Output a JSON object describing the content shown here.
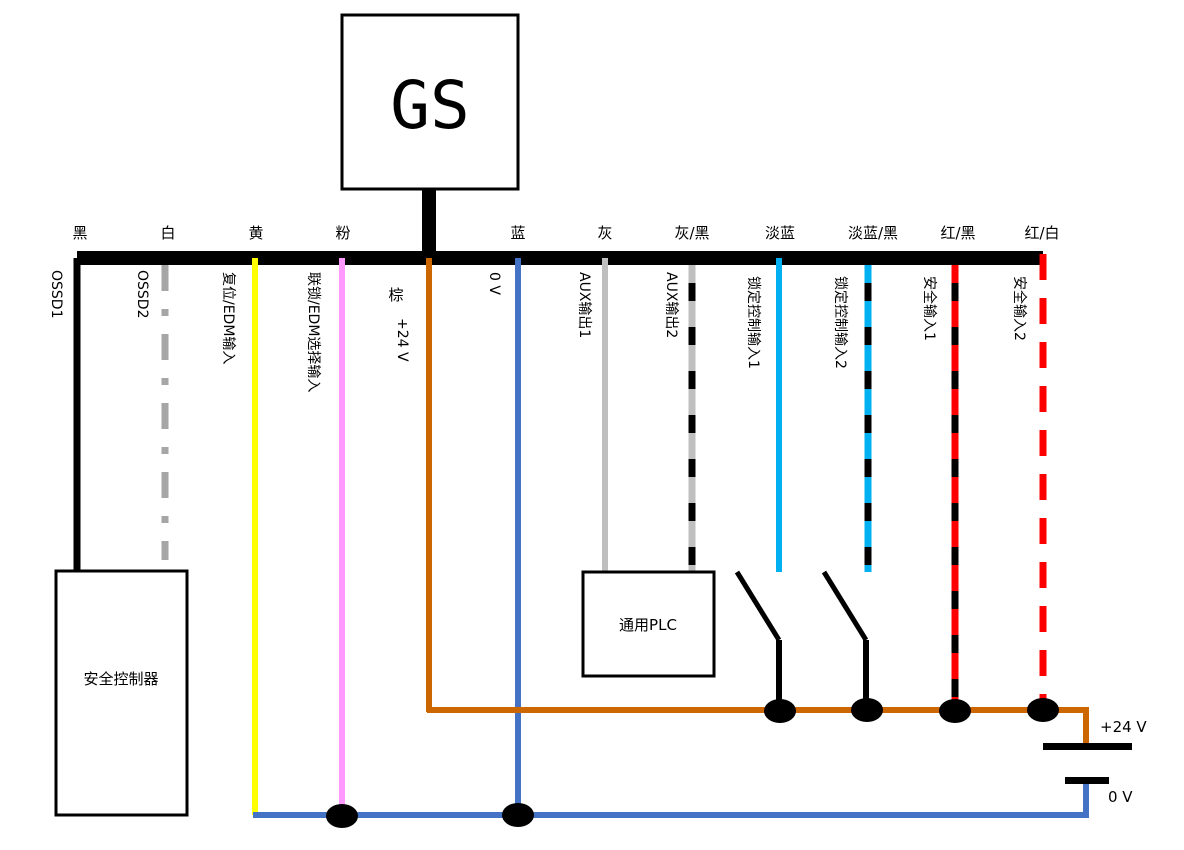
{
  "device": {
    "label": "GS"
  },
  "wires": [
    {
      "id": "black",
      "color_label": "黑",
      "function_label": "OSSD1",
      "color": "#000000",
      "style": "solid"
    },
    {
      "id": "white",
      "color_label": "白",
      "function_label": "OSSD2",
      "color": "#a6a6a6",
      "style": "dash-dot"
    },
    {
      "id": "yellow",
      "color_label": "黄",
      "function_label": "复位/EDM输入",
      "color": "#ffff00",
      "style": "solid"
    },
    {
      "id": "pink",
      "color_label": "粉",
      "function_label": "联锁/EDM选择输入",
      "color": "#ff99ff",
      "style": "solid"
    },
    {
      "id": "brown",
      "color_label": "棕",
      "function_label": "+24 V",
      "color": "#cc6600",
      "style": "solid"
    },
    {
      "id": "blue",
      "color_label": "蓝",
      "function_label": "0 V",
      "color": "#4472c4",
      "style": "solid"
    },
    {
      "id": "gray",
      "color_label": "灰",
      "function_label": "AUX输出1",
      "color": "#bfbfbf",
      "style": "solid"
    },
    {
      "id": "gray-black",
      "color_label": "灰/黑",
      "function_label": "AUX输出2",
      "color": "#bfbfbf",
      "stripe": "#000000",
      "style": "striped"
    },
    {
      "id": "lightblue",
      "color_label": "淡蓝",
      "function_label": "锁定控制输入1",
      "color": "#00b0f0",
      "style": "solid"
    },
    {
      "id": "lightblue-black",
      "color_label": "淡蓝/黑",
      "function_label": "锁定控制输入2",
      "color": "#00b0f0",
      "stripe": "#000000",
      "style": "striped"
    },
    {
      "id": "red-black",
      "color_label": "红/黑",
      "function_label": "安全输入1",
      "color": "#ff0000",
      "stripe": "#000000",
      "style": "striped"
    },
    {
      "id": "red-white",
      "color_label": "红/白",
      "function_label": "安全输入2",
      "color": "#ff0000",
      "style": "dashed"
    }
  ],
  "components": {
    "safety_controller": "安全控制器",
    "plc": "通用PLC"
  },
  "power": {
    "positive_label": "+24 V",
    "negative_label": "0 V"
  }
}
